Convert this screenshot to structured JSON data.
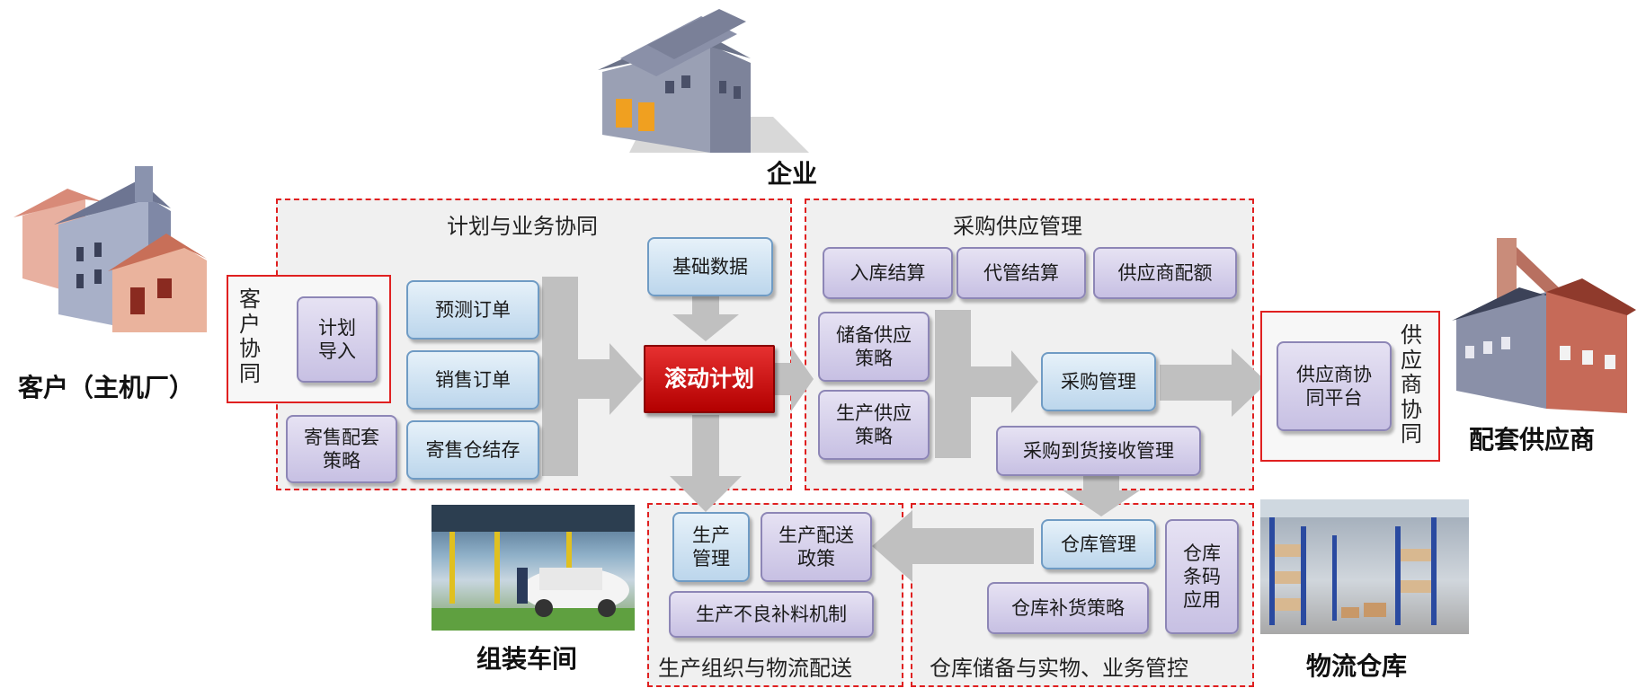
{
  "entities": {
    "enterprise": "企业",
    "customer": "客户（主机厂）",
    "supplier": "配套供应商",
    "assembly": "组装车间",
    "warehouse": "物流仓库"
  },
  "regions": {
    "plan": "计划与业务协同",
    "purchase": "采购供应管理",
    "production": "生产组织与物流配送",
    "storage": "仓库储备与实物、业务管控"
  },
  "customer_collab": {
    "label": "客户协同",
    "item": "计划导入"
  },
  "supplier_collab": {
    "label": "供应商协同",
    "item": "供应商协同平台"
  },
  "plan_boxes": {
    "forecast": "预测订单",
    "sales": "销售订单",
    "consign_stock": "寄售仓结存",
    "consign_strategy": "寄售配套策略",
    "base_data": "基础数据",
    "rolling": "滚动计划"
  },
  "purchase_boxes": {
    "in_settle": "入库结算",
    "proxy_settle": "代管结算",
    "quota": "供应商配额",
    "reserve": "储备供应策略",
    "production": "生产供应策略",
    "purchase_mgmt": "采购管理",
    "receiving": "采购到货接收管理"
  },
  "production_boxes": {
    "prod_mgmt": "生产管理",
    "dist_policy": "生产配送政策",
    "defect": "生产不良补料机制"
  },
  "storage_boxes": {
    "wh_mgmt": "仓库管理",
    "barcode": "仓库条码应用",
    "replenish": "仓库补货策略"
  },
  "colors": {
    "dash_border": "#e02020",
    "region_bg": "#f0f0f0",
    "arrow": "#c0c0c0",
    "rolling_red": "#cc0000",
    "box_blue": "#bcd6ec",
    "box_purple": "#c7c0e3"
  }
}
